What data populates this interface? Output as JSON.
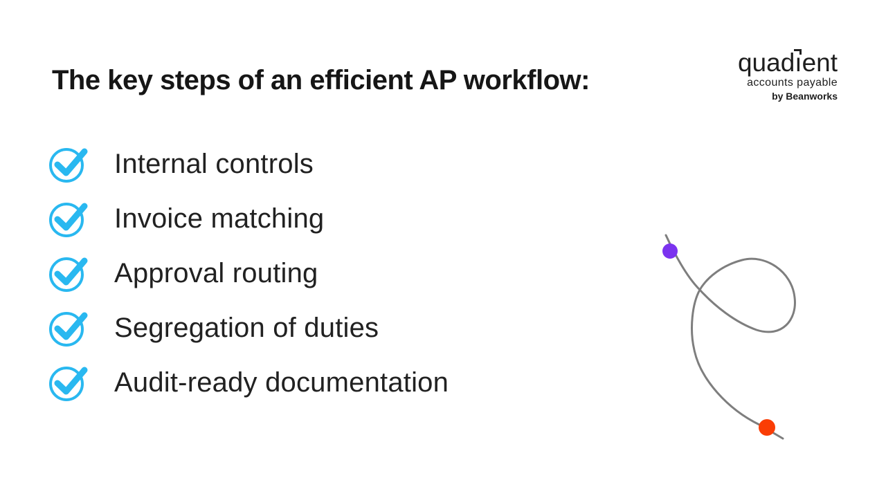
{
  "slide": {
    "title": "The key steps of an efficient AP workflow:",
    "checklist": [
      {
        "label": "Internal controls"
      },
      {
        "label": "Invoice matching"
      },
      {
        "label": "Approval routing"
      },
      {
        "label": "Segregation of duties"
      },
      {
        "label": "Audit-ready documentation"
      }
    ]
  },
  "logo": {
    "brand": {
      "pre": "quad",
      "i": "ı",
      "post": "ent"
    },
    "subtitle": "accounts payable",
    "byline": "by Beanworks"
  },
  "icons": {
    "bullet": "checkmark-in-circle"
  },
  "colors": {
    "check": "#29B8F0",
    "title_text": "#161616",
    "body_text": "#212121",
    "curve": "#7E7E7E",
    "dot_purple": "#7B33EF",
    "dot_orange": "#FA3D05",
    "background": "#FFFFFF"
  }
}
